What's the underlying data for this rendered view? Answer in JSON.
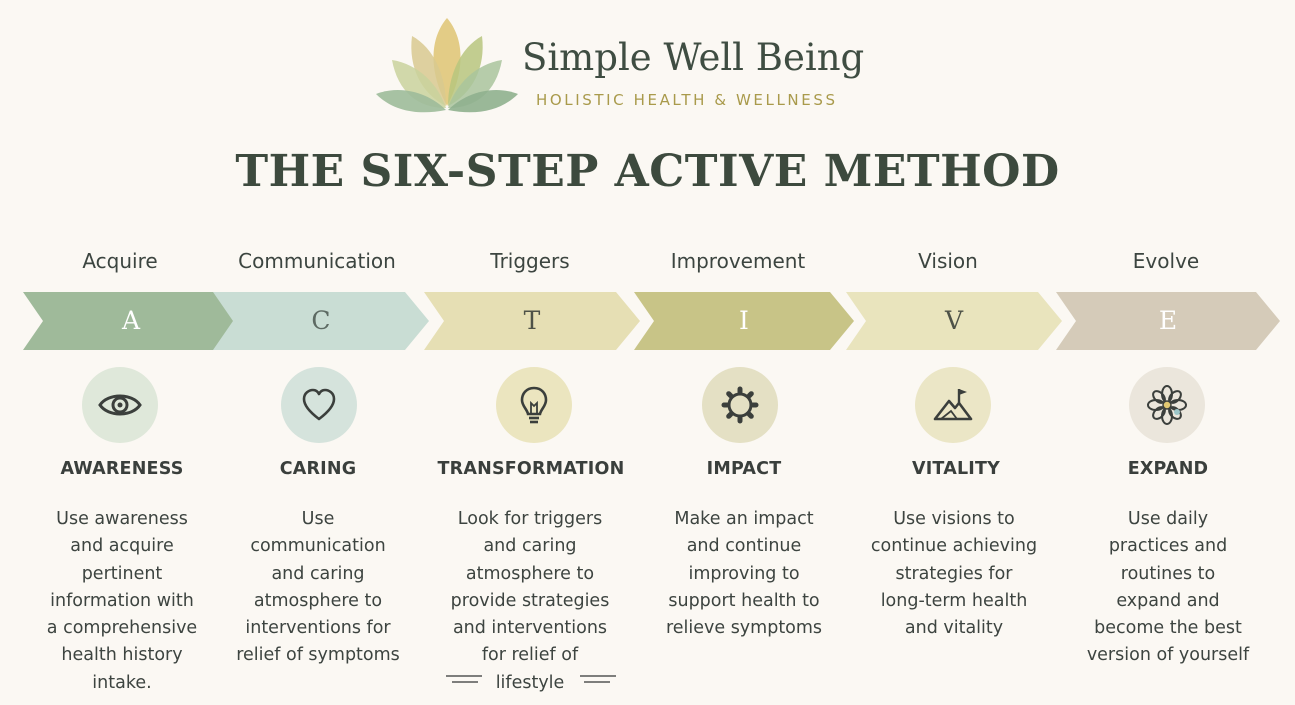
{
  "brand": {
    "name": "Simple Well Being",
    "tagline": "HOLISTIC HEALTH & WELLNESS"
  },
  "title": "THE SIX-STEP ACTIVE METHOD",
  "colors": {
    "background": "#fbf8f3",
    "acquire": "#9fba9a",
    "communication": "#c9ddd4",
    "triggers": "#e6dfb4",
    "improvement": "#c8c487",
    "vision": "#e9e4bd",
    "evolve": "#d5cbb9"
  },
  "steps": [
    {
      "label": "Acquire",
      "letter": "A",
      "icon": "eye-icon",
      "word": "AWARENESS",
      "desc": [
        "Use awareness",
        "and acquire",
        "pertinent",
        "information with",
        "a comprehensive",
        "health history",
        "intake."
      ]
    },
    {
      "label": "Communication",
      "letter": "C",
      "icon": "heart-icon",
      "word": "CARING",
      "desc": [
        "Use",
        "communication",
        "and caring",
        "atmosphere to",
        "interventions for",
        "relief of symptoms"
      ]
    },
    {
      "label": "Triggers",
      "letter": "T",
      "icon": "lightbulb-icon",
      "word": "TRANSFORMATION",
      "desc": [
        "Look for triggers",
        "and caring",
        "atmosphere to",
        "provide strategies",
        "and interventions",
        "for relief of",
        "lifestyle"
      ]
    },
    {
      "label": "Improvement",
      "letter": "I",
      "icon": "gear-icon",
      "word": "IMPACT",
      "desc": [
        "Make an impact",
        "and continue",
        "improving to",
        "support health to",
        "relieve symptoms"
      ]
    },
    {
      "label": "Vision",
      "letter": "V",
      "icon": "mountain-flag-icon",
      "word": "VITALITY",
      "desc": [
        "Use visions to",
        "continue achieving",
        "strategies for",
        "long-term health",
        "and vitality"
      ]
    },
    {
      "label": "Evolve",
      "letter": "E",
      "icon": "flower-icon",
      "word": "EXPAND",
      "desc": [
        "Use daily",
        "practices and",
        "routines to",
        "expand and",
        "become the best",
        "version of yourself"
      ]
    }
  ]
}
